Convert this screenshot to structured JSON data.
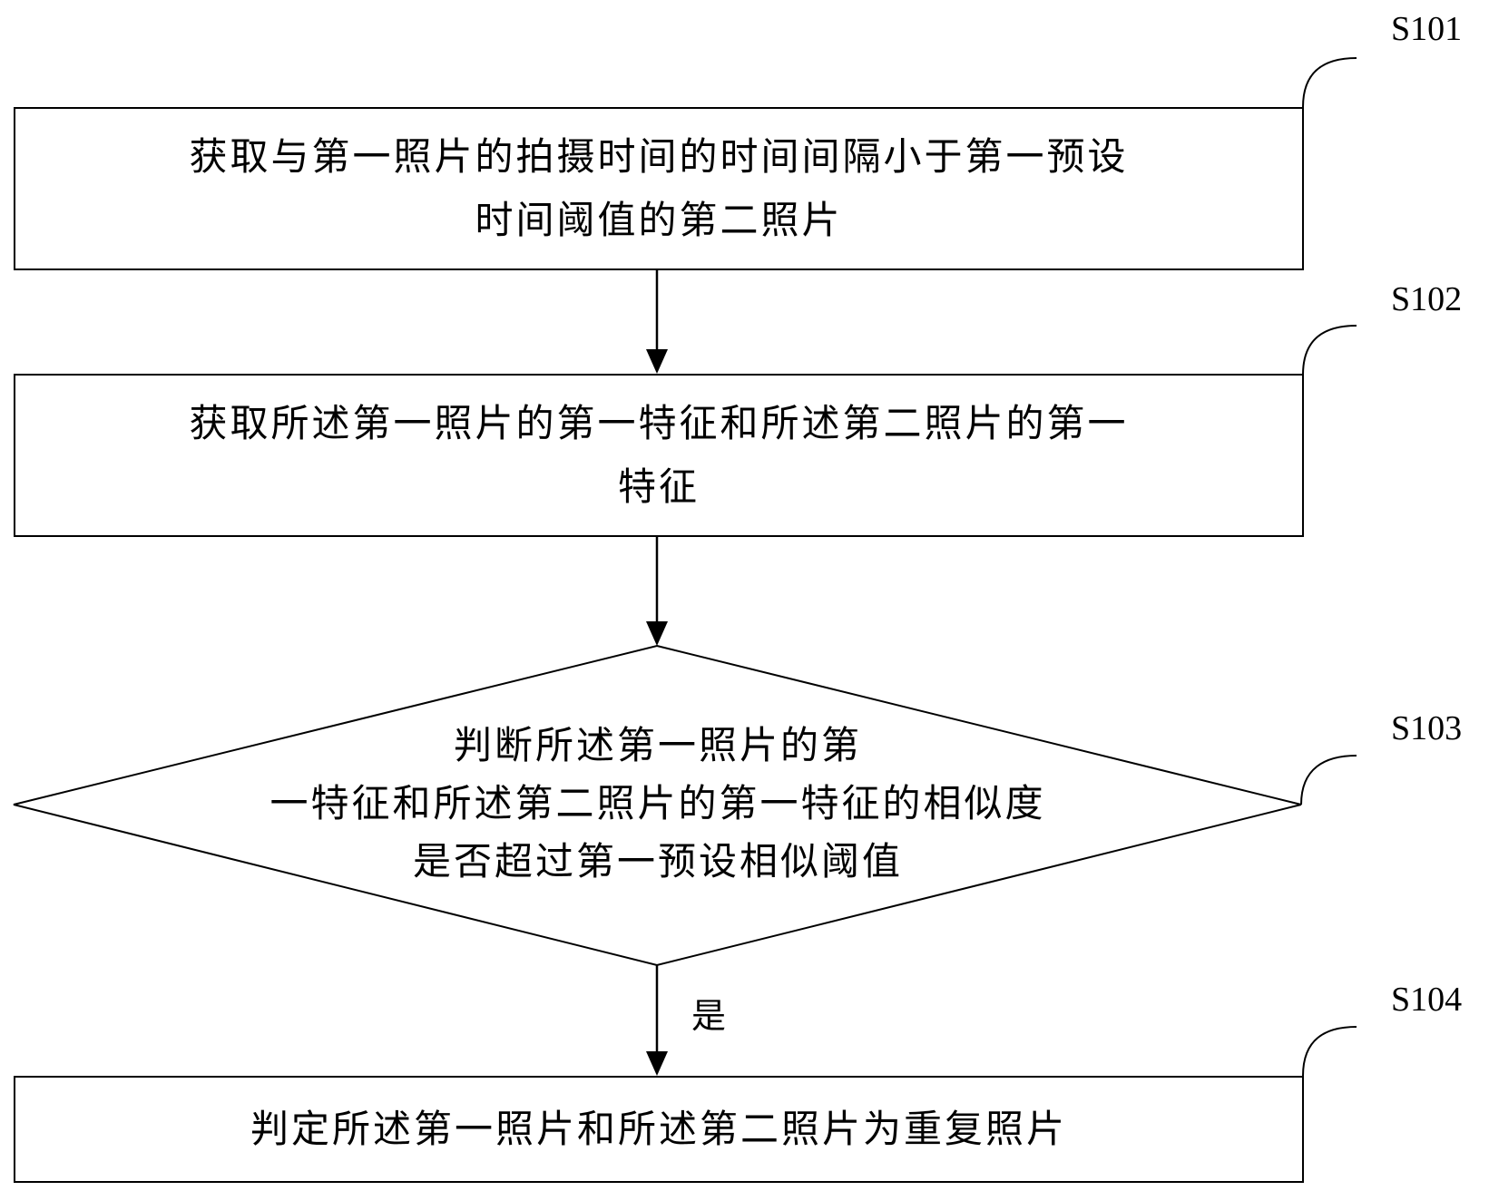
{
  "steps": [
    {
      "id": "S101",
      "label": "S101",
      "lines": [
        "获取与第一照片的拍摄时间的时间间隔小于第一预设",
        "时间阈值的第二照片"
      ]
    },
    {
      "id": "S102",
      "label": "S102",
      "lines": [
        "获取所述第一照片的第一特征和所述第二照片的第一",
        "特征"
      ]
    },
    {
      "id": "S103",
      "label": "S103",
      "lines": [
        "判断所述第一照片的第",
        "一特征和所述第二照片的第一特征的相似度",
        "是否超过第一预设相似阈值"
      ]
    },
    {
      "id": "S104",
      "label": "S104",
      "lines": [
        "判定所述第一照片和所述第二照片为重复照片"
      ]
    }
  ],
  "edges": {
    "yes_label": "是"
  }
}
